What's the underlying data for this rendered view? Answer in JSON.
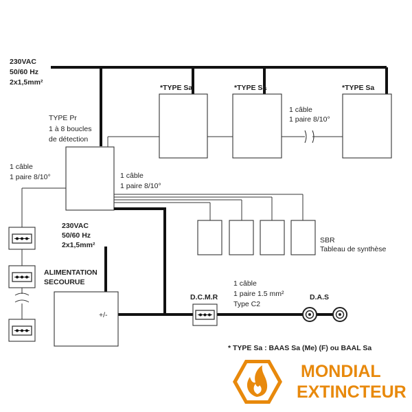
{
  "mains_top": [
    "230VAC",
    "50/60 Hz",
    "2x1,5mm²"
  ],
  "type_sa_1": "*TYPE Sa",
  "type_sa_2": "*TYPE Sa",
  "type_sa_3": "*TYPE Sa",
  "cable_right": [
    "1 câble",
    "1 paire 8/10°"
  ],
  "type_pr": [
    "TYPE Pr",
    "1 à 8 boucles",
    "de détection"
  ],
  "cable_left": [
    "1 câble",
    "1 paire 8/10°"
  ],
  "cable_mid": [
    "1 câble",
    "1 paire 8/10°"
  ],
  "mains_mid": [
    "230VAC",
    "50/60 Hz",
    "2x1,5mm²"
  ],
  "sbr": [
    "SBR",
    "Tableau de synthèse"
  ],
  "alimentation": [
    "ALIMENTATION",
    "SECOURUE"
  ],
  "plus_minus": "+/-",
  "dcmr": "D.C.M.R",
  "das": "D.A.S",
  "cable_bottom": [
    "1 câble",
    "1 paire 1.5 mm²",
    "Type C2"
  ],
  "footnote": "* TYPE Sa : BAAS Sa (Me) (F) ou BAAL Sa",
  "brand": {
    "line1": "MONDIAL",
    "line2": "EXTINCTEUR"
  },
  "icons": [
    "manual-call-point-icon",
    "flame-logo-icon",
    "das-terminal-icon"
  ],
  "colors": {
    "brand_orange": "#e8890c",
    "line": "#111111"
  }
}
